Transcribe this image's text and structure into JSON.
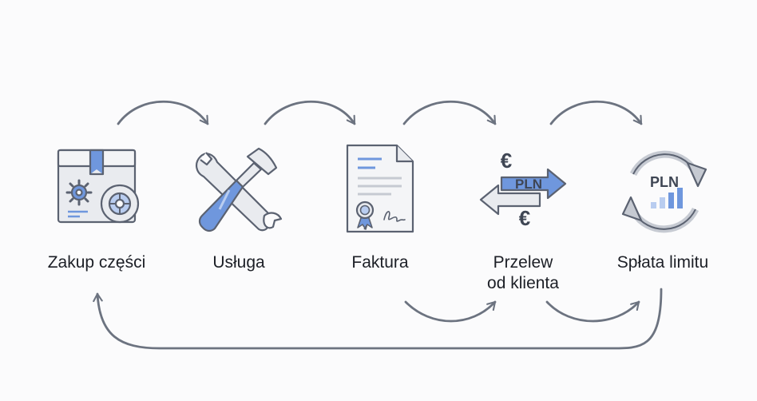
{
  "colors": {
    "stroke": "#5b6271",
    "blue": "#6f97dd",
    "blue_light": "#b9cdf0",
    "fill_light": "#e9ebef",
    "arrow": "#6c7380",
    "text": "#1c1f26"
  },
  "steps": [
    {
      "id": "parts",
      "label": "Zakup części",
      "icon": "box-with-tire-icon"
    },
    {
      "id": "service",
      "label": "Usługa",
      "icon": "wrench-hammer-icon"
    },
    {
      "id": "invoice",
      "label": "Faktura",
      "icon": "invoice-document-icon"
    },
    {
      "id": "transfer",
      "label_line1": "Przelew",
      "label_line2": "od klienta",
      "icon": "currency-transfer-icon"
    },
    {
      "id": "repayment",
      "label": "Spłata limitu",
      "icon": "refresh-pln-icon"
    }
  ],
  "icon_text": {
    "transfer_pln": "PLN",
    "transfer_euro_top": "€",
    "transfer_euro_bottom": "€",
    "repayment_pln": "PLN"
  }
}
